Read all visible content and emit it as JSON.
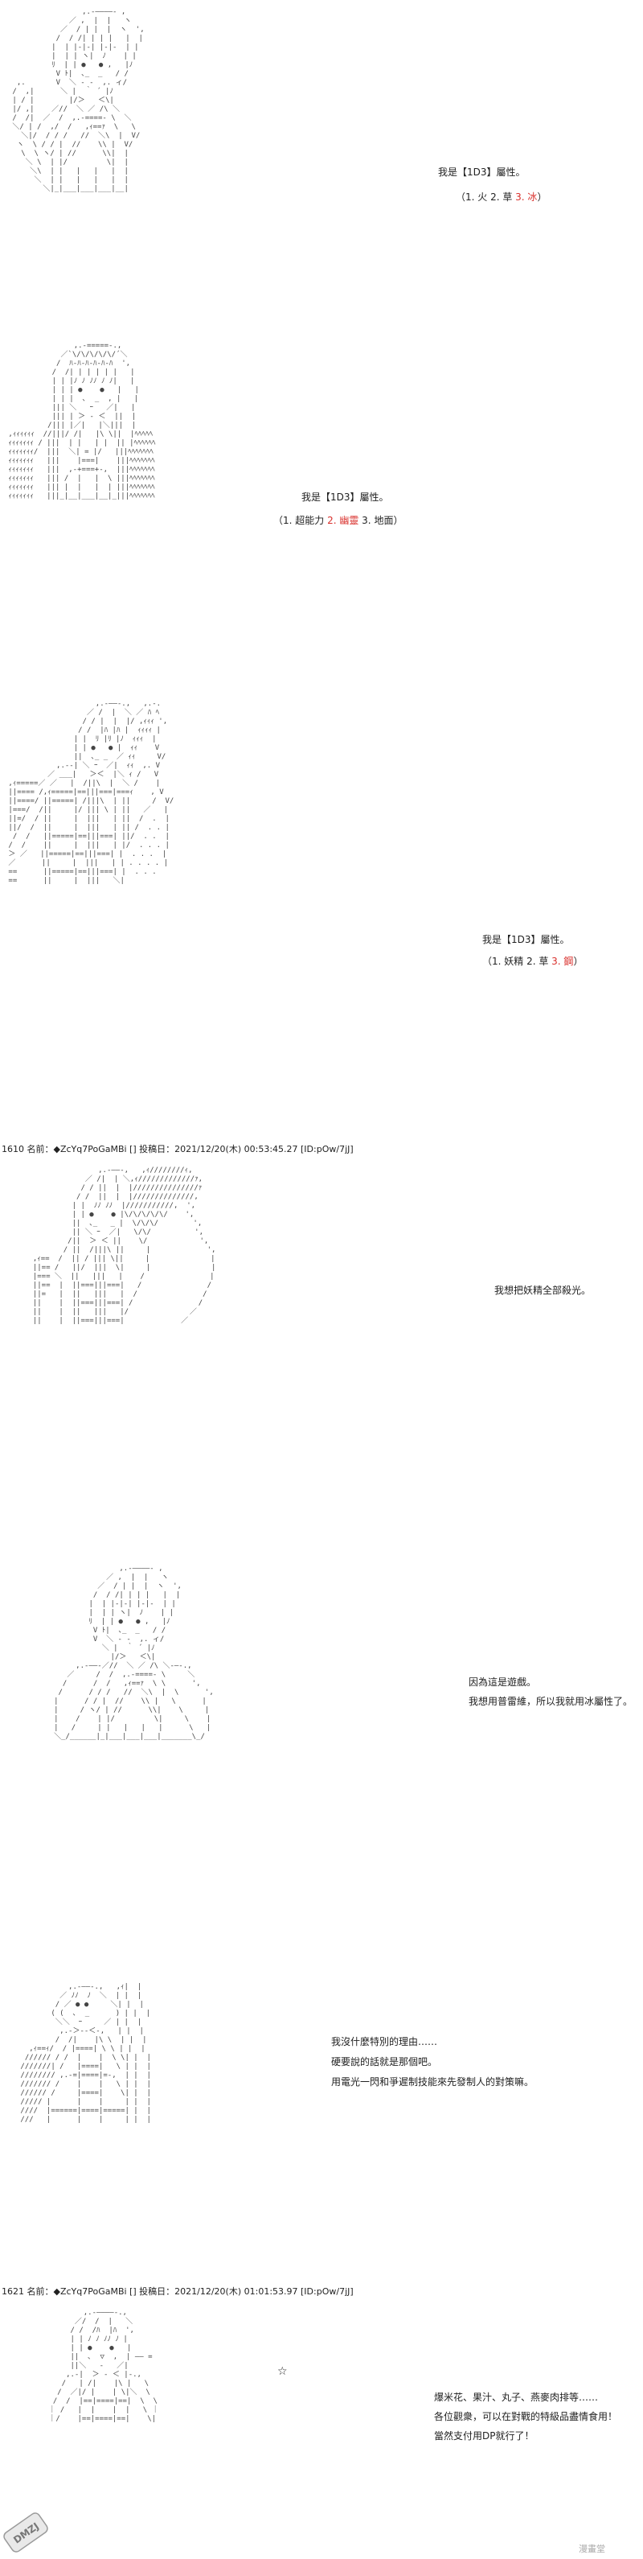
{
  "panel1": {
    "line1": "我是【1D3】屬性。",
    "opt_prefix": "（1. 火 2. 草 ",
    "opt_highlight": "3. 冰",
    "opt_suffix": "）"
  },
  "panel2": {
    "line1": "我是【1D3】屬性。",
    "opt_prefix": "（1. 超能力 ",
    "opt_highlight": "2. 幽靈",
    "opt_suffix": " 3. 地面）"
  },
  "panel3": {
    "line1": "我是【1D3】屬性。",
    "opt_prefix": "（1. 妖精 2. 草 ",
    "opt_highlight": "3. 鋼",
    "opt_suffix": "）"
  },
  "post1": {
    "header": "1610 名前：◆ZcYq7PoGaMBi [] 投稿日：2021/12/20(木) 00:53:45.27 [ID:pOw/7jJ]"
  },
  "panel4": {
    "line1": "我想把妖精全部殺光。"
  },
  "panel5": {
    "line1": "因為這是遊戲。",
    "line2": "我想用普雷維，所以我就用冰屬性了。"
  },
  "panel6": {
    "line1": "我沒什麼特別的理由……",
    "line2": "硬要說的話就是那個吧。",
    "line3": "用電光一閃和爭遲制技能來先發制人的對策嘛。"
  },
  "post2": {
    "header": "1621 名前：◆ZcYq7PoGaMBi [] 投稿日：2021/12/20(木) 01:01:53.97 [ID:pOw/7jJ]"
  },
  "panel7": {
    "line1": "爆米花、果汁、丸子、燕麥肉排等……",
    "line2": "各位觀衆，可以在對戰的特級品盡情食用！",
    "line3": "當然支付用DP就行了！",
    "star": "☆"
  },
  "footer": {
    "site": "漫畫堂",
    "badge": "DMZJ"
  }
}
